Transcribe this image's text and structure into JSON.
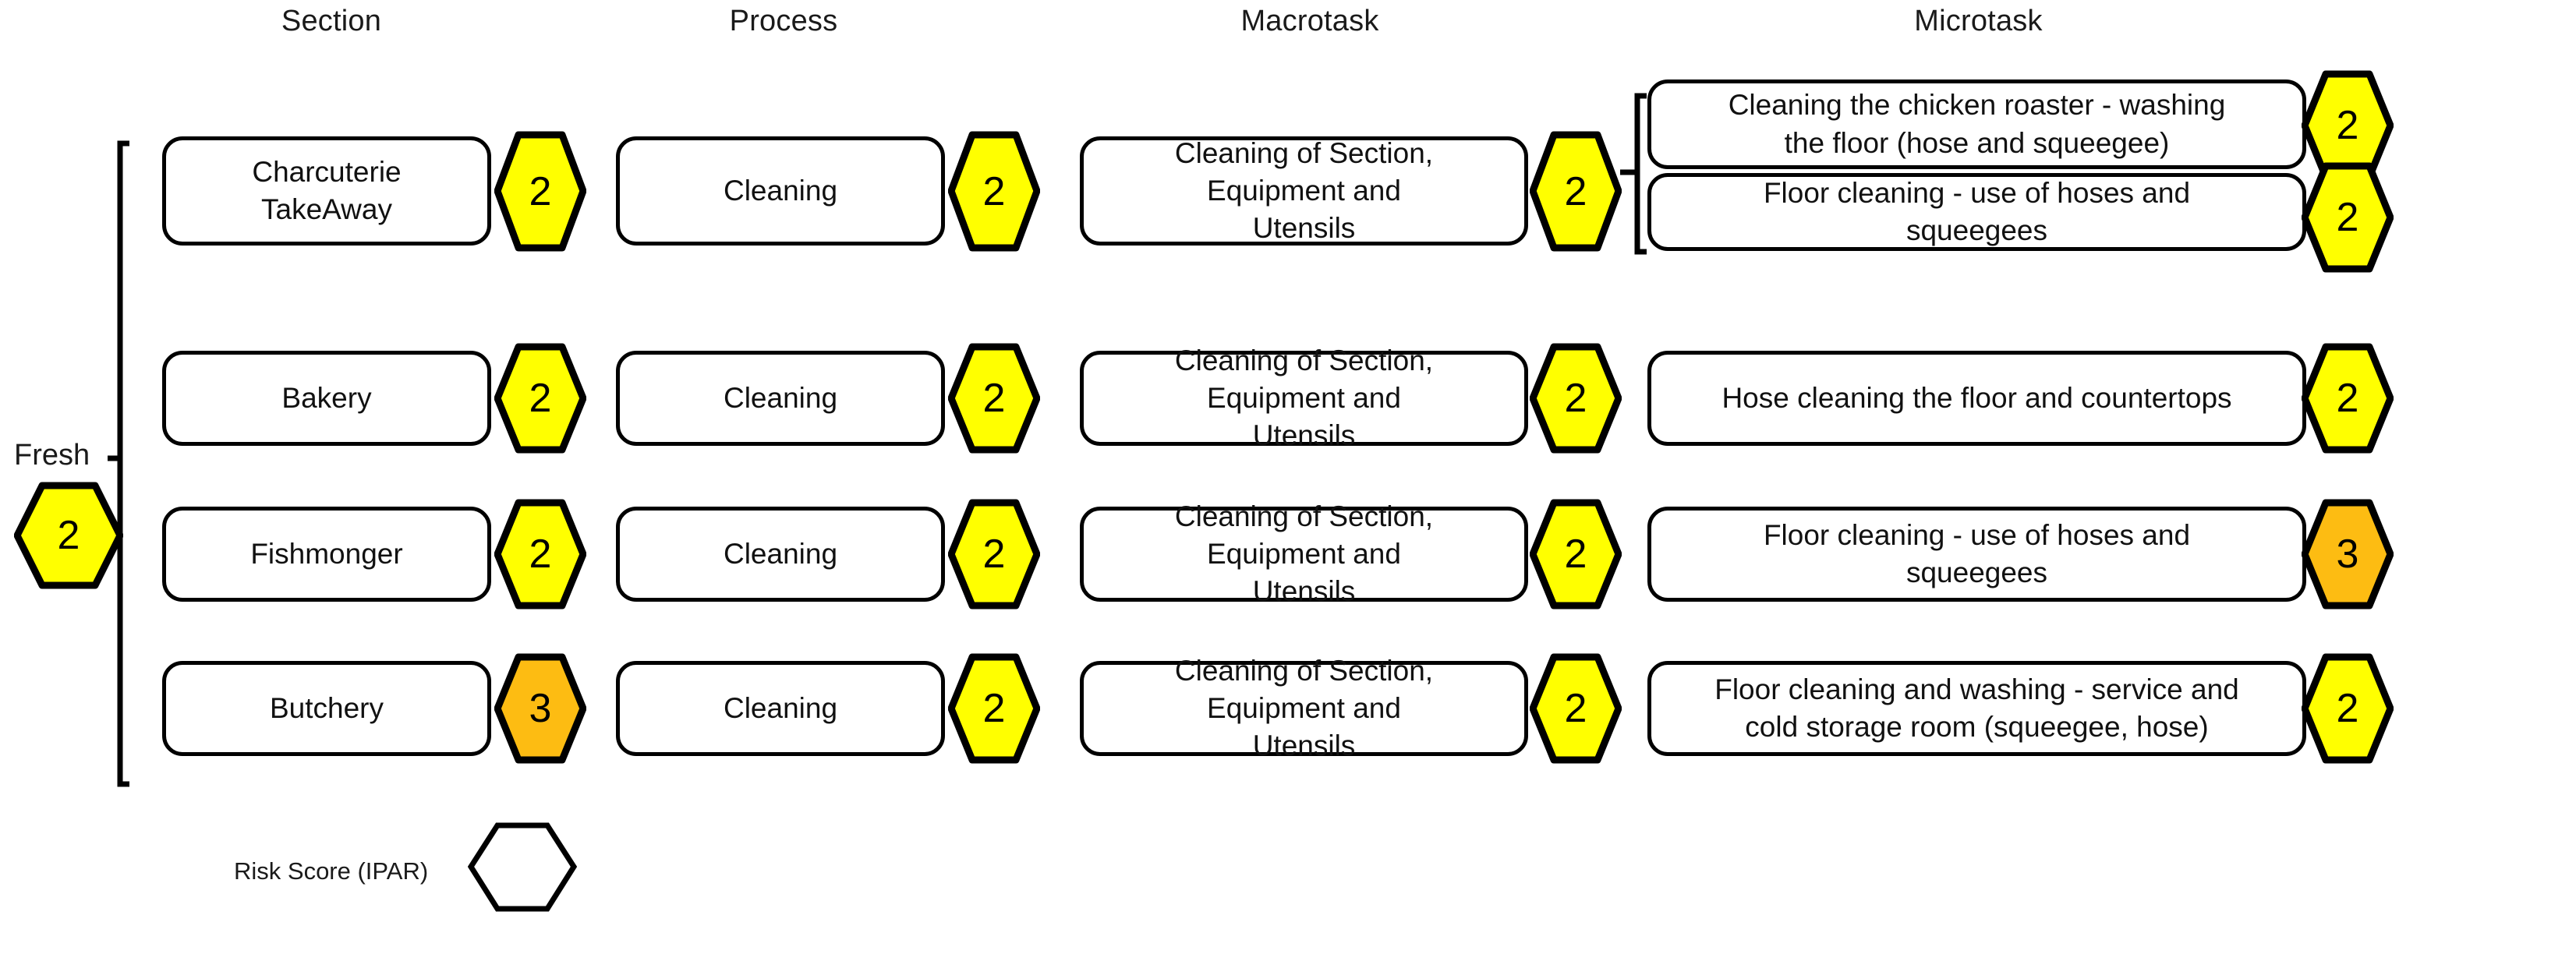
{
  "diagram": {
    "headers": [
      {
        "label": "Section"
      },
      {
        "label": "Process"
      },
      {
        "label": "Macrotask"
      },
      {
        "label": "Microtask"
      }
    ],
    "group": {
      "label": "Fresh",
      "score": "2",
      "score_color": "#FFFF00"
    },
    "legend": {
      "label": "Risk Score (IPAR)",
      "hexagon_fill": "#FFFFFF"
    },
    "colors": {
      "score_2": "#FFFF00",
      "score_3": "#FDBC12",
      "outline": "#000000",
      "box_fill": "#FFFFFF"
    },
    "rows": [
      {
        "section": {
          "label": "Charcuterie\nTakeAway",
          "line1": "Charcuterie",
          "line2": "TakeAway",
          "score": "2",
          "score_color": "#FFFF00"
        },
        "process": {
          "label": "Cleaning",
          "score": "2",
          "score_color": "#FFFF00"
        },
        "macrotask": {
          "label": "Cleaning of Section, Equipment and Utensils",
          "line1": "Cleaning of Section,",
          "line2": "Equipment and",
          "line3": "Utensils",
          "score": "2",
          "score_color": "#FFFF00"
        },
        "microtasks": [
          {
            "label": "Cleaning the chicken roaster - washing the floor (hose and squeegee)",
            "line1": "Cleaning the chicken roaster - washing",
            "line2": "the floor (hose and squeegee)",
            "score": "2",
            "score_color": "#FFFF00"
          },
          {
            "label": "Floor cleaning - use of hoses and squeegees",
            "line1": "Floor cleaning - use of hoses and",
            "line2": "squeegees",
            "score": "2",
            "score_color": "#FFFF00"
          }
        ]
      },
      {
        "section": {
          "label": "Bakery",
          "line1": "Bakery",
          "line2": "",
          "score": "2",
          "score_color": "#FFFF00"
        },
        "process": {
          "label": "Cleaning",
          "score": "2",
          "score_color": "#FFFF00"
        },
        "macrotask": {
          "label": "Cleaning of Section, Equipment and Utensils",
          "line1": "Cleaning of Section,",
          "line2": "Equipment and",
          "line3": "Utensils",
          "score": "2",
          "score_color": "#FFFF00"
        },
        "microtasks": [
          {
            "label": "Hose cleaning the floor and countertops",
            "line1": "Hose cleaning the floor and countertops",
            "line2": "",
            "score": "2",
            "score_color": "#FFFF00"
          }
        ]
      },
      {
        "section": {
          "label": "Fishmonger",
          "line1": "Fishmonger",
          "line2": "",
          "score": "2",
          "score_color": "#FFFF00"
        },
        "process": {
          "label": "Cleaning",
          "score": "2",
          "score_color": "#FFFF00"
        },
        "macrotask": {
          "label": "Cleaning of Section, Equipment and Utensils",
          "line1": "Cleaning of Section,",
          "line2": "Equipment and",
          "line3": "Utensils",
          "score": "2",
          "score_color": "#FFFF00"
        },
        "microtasks": [
          {
            "label": "Floor cleaning - use of hoses and squeegees",
            "line1": "Floor cleaning - use of hoses and",
            "line2": "squeegees",
            "score": "3",
            "score_color": "#FDBC12"
          }
        ]
      },
      {
        "section": {
          "label": "Butchery",
          "line1": "Butchery",
          "line2": "",
          "score": "3",
          "score_color": "#FDBC12"
        },
        "process": {
          "label": "Cleaning",
          "score": "2",
          "score_color": "#FFFF00"
        },
        "macrotask": {
          "label": "Cleaning of Section, Equipment and Utensils",
          "line1": "Cleaning of Section,",
          "line2": "Equipment and",
          "line3": "Utensils",
          "score": "2",
          "score_color": "#FFFF00"
        },
        "microtasks": [
          {
            "label": "Floor cleaning and washing - service and cold storage room (squeegee, hose)",
            "line1": "Floor cleaning and washing - service and",
            "line2": "cold storage room (squeegee, hose)",
            "score": "2",
            "score_color": "#FFFF00"
          }
        ]
      }
    ]
  }
}
